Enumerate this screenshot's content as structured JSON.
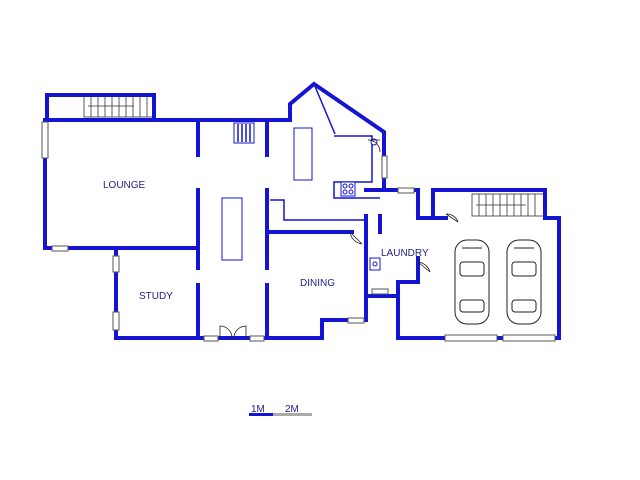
{
  "plan": {
    "rooms": [
      {
        "id": "lounge",
        "label": "LOUNGE"
      },
      {
        "id": "study",
        "label": "STUDY"
      },
      {
        "id": "dining",
        "label": "DINING"
      },
      {
        "id": "laundry",
        "label": "LAUNDRY"
      }
    ],
    "scale": {
      "label_1": "1M",
      "label_2": "2M"
    },
    "colors": {
      "wall": "#1414d2",
      "label": "#1f1f8a",
      "scale_grey": "#aaaaaa"
    }
  }
}
